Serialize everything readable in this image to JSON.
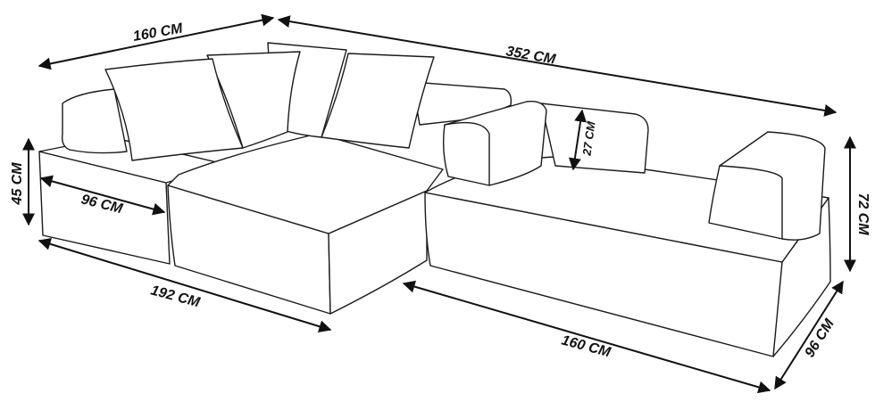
{
  "labels": {
    "top_left_width": "160 CM",
    "total_length": "352 CM",
    "seat_height": "45 CM",
    "chaise_width": "96 CM",
    "chaise_length": "192 CM",
    "cushion_height": "27 CM",
    "back_height": "72 CM",
    "sofa_length": "160 CM",
    "sofa_depth": "96 CM"
  },
  "colors": {
    "line": "#1a1a1a",
    "fill": "#ffffff"
  }
}
